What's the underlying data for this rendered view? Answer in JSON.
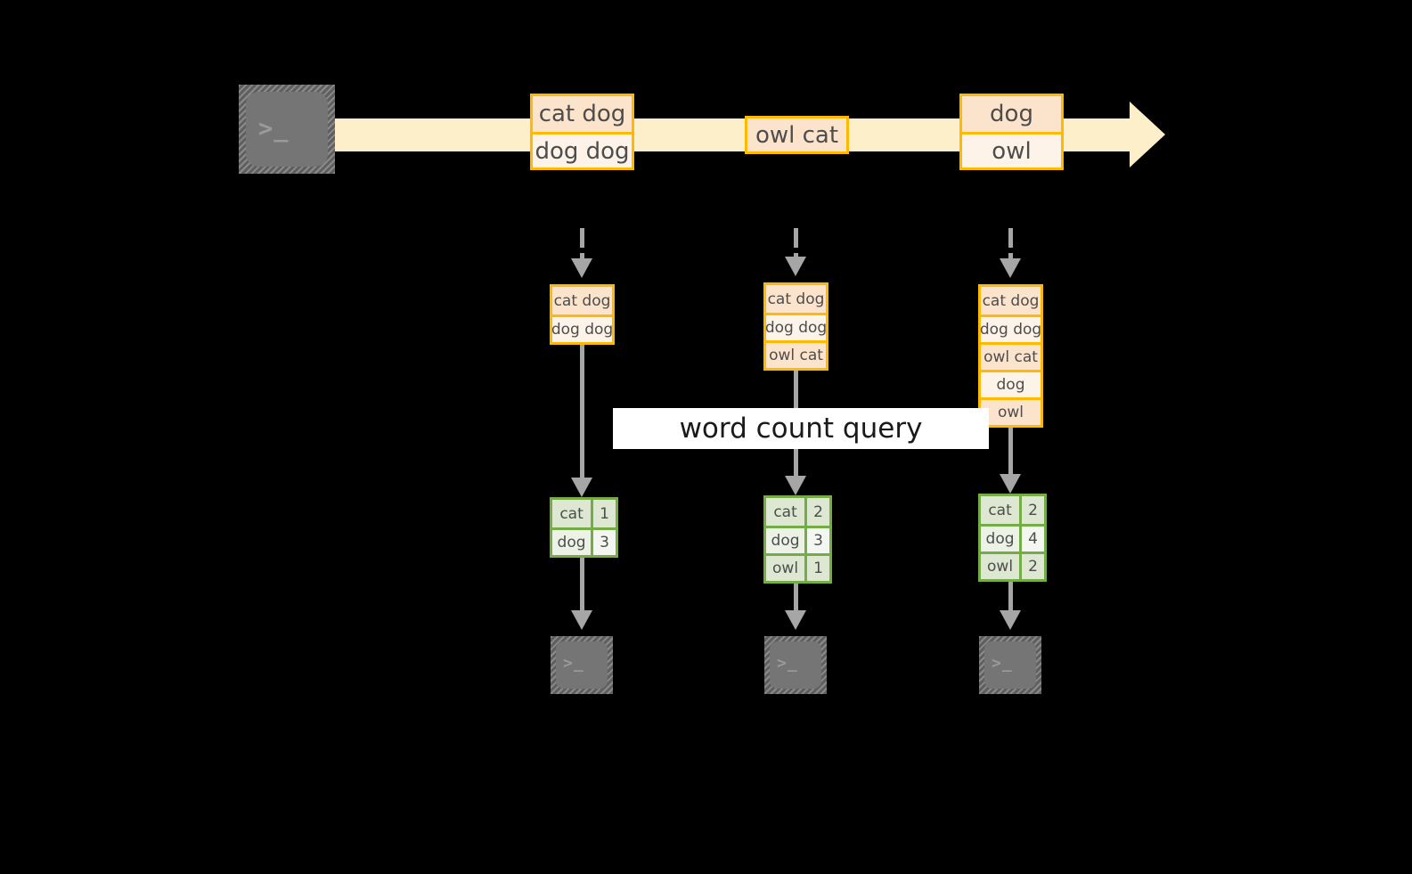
{
  "diagram": {
    "title_label": "word count query",
    "colors": {
      "background": "#000000",
      "stream_band": "#fdefc9",
      "record_border": "#ffb900",
      "record_fill_light": "#fdf3e8",
      "record_fill_dark": "#fce4cc",
      "result_border": "#74ac46",
      "result_fill": "#e9f0e1",
      "arrow": "#a6a6a6",
      "terminal_screen": "#757575",
      "banner": "#ffffff"
    }
  },
  "producer": {
    "icon": "terminal-icon",
    "glyph": ">_"
  },
  "stream": {
    "records": [
      {
        "id": "record-1",
        "lines": [
          "cat dog",
          "dog dog"
        ]
      },
      {
        "id": "record-2",
        "lines": [
          "owl cat"
        ]
      },
      {
        "id": "record-3",
        "lines": [
          "dog",
          "owl"
        ]
      }
    ]
  },
  "snapshots": [
    {
      "id": "snapshot-1",
      "table_lines": [
        "cat dog",
        "dog dog"
      ],
      "result_rows": [
        {
          "word": "cat",
          "count": "1"
        },
        {
          "word": "dog",
          "count": "3"
        }
      ],
      "consumer": {
        "icon": "terminal-icon",
        "glyph": ">_"
      }
    },
    {
      "id": "snapshot-2",
      "table_lines": [
        "cat dog",
        "dog dog",
        "owl cat"
      ],
      "result_rows": [
        {
          "word": "cat",
          "count": "2"
        },
        {
          "word": "dog",
          "count": "3"
        },
        {
          "word": "owl",
          "count": "1"
        }
      ],
      "consumer": {
        "icon": "terminal-icon",
        "glyph": ">_"
      }
    },
    {
      "id": "snapshot-3",
      "table_lines": [
        "cat dog",
        "dog dog",
        "owl cat",
        "dog",
        "owl"
      ],
      "result_rows": [
        {
          "word": "cat",
          "count": "2"
        },
        {
          "word": "dog",
          "count": "4"
        },
        {
          "word": "owl",
          "count": "2"
        }
      ],
      "consumer": {
        "icon": "terminal-icon",
        "glyph": ">_"
      }
    }
  ]
}
